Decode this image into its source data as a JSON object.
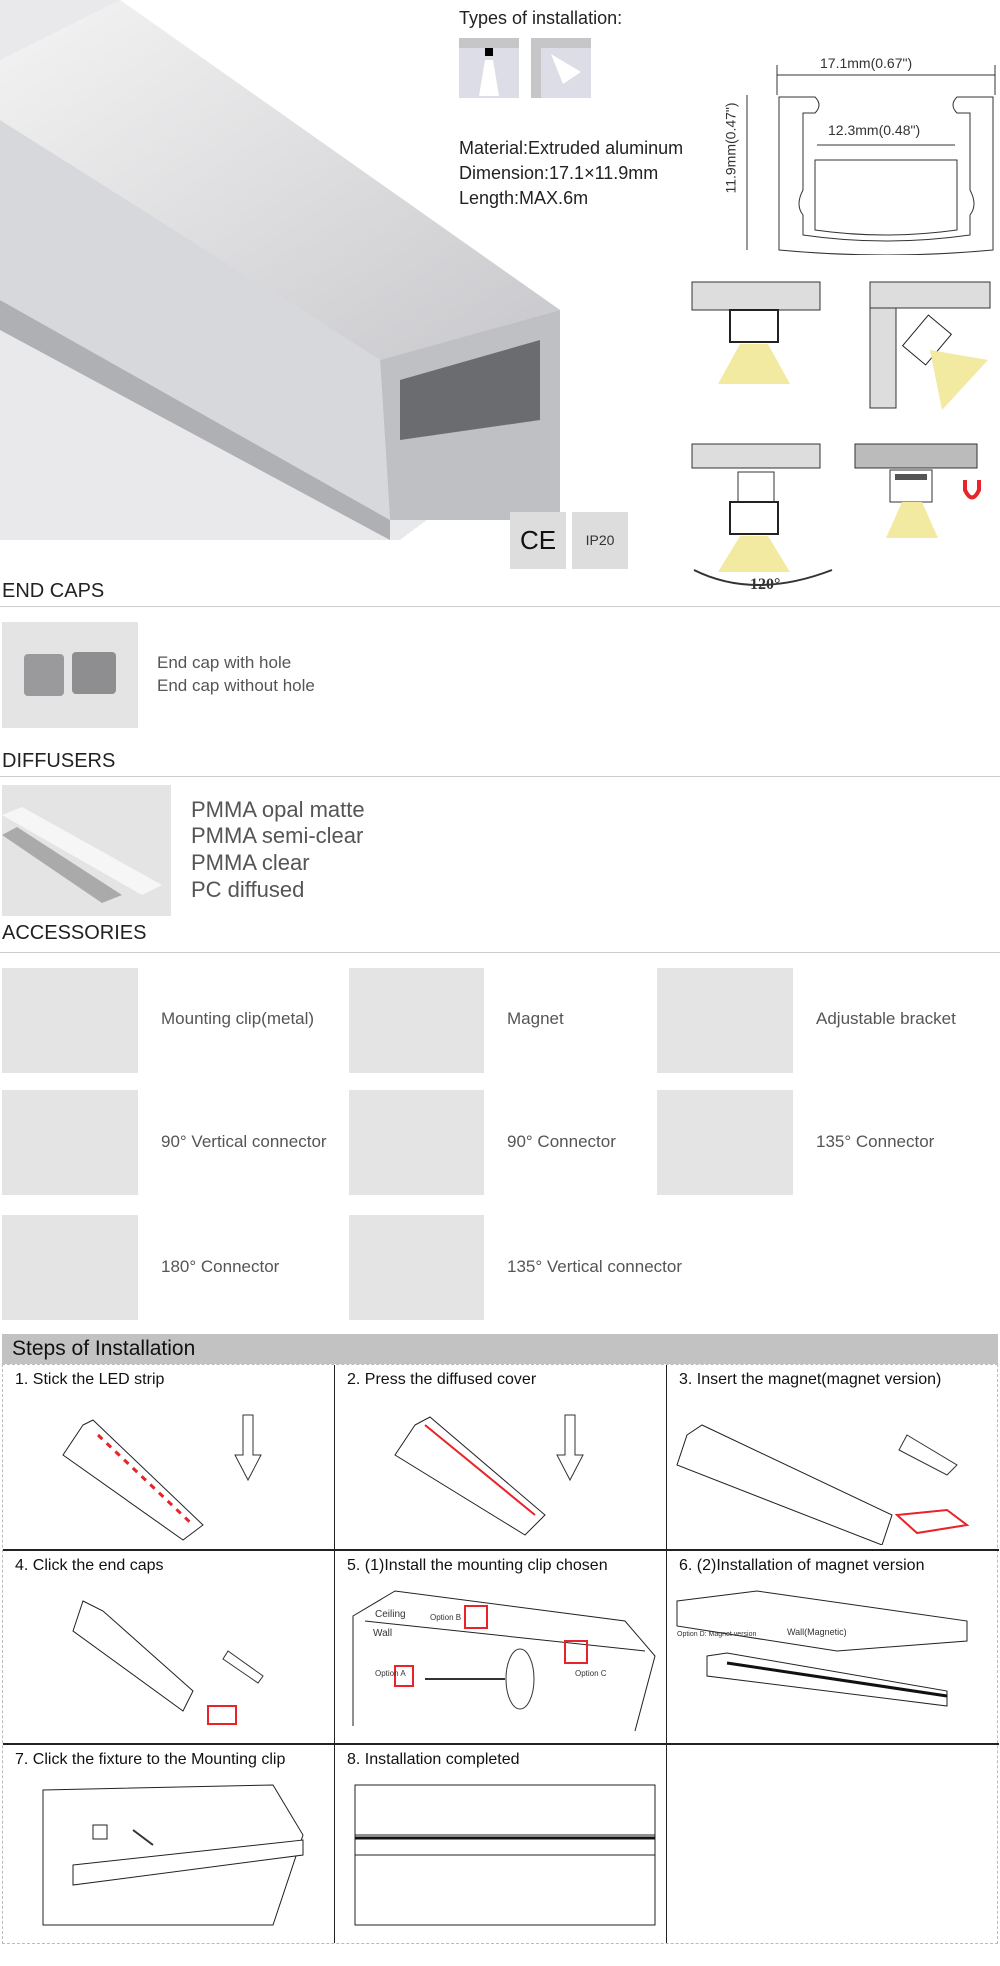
{
  "specs": {
    "install_title": "Types of installation:",
    "material": "Material:Extruded aluminum",
    "dimension": "Dimension:17.1×11.9mm",
    "length": "Length:MAX.6m",
    "width_label": "17.1mm(0.67\")",
    "inner_label": "12.3mm(0.48\")",
    "height_label": "11.9mm(0.47\")",
    "angle_label": "120°",
    "ce": "CE",
    "ip": "IP20"
  },
  "end_caps": {
    "heading": "END CAPS",
    "items": [
      "End cap with hole",
      "End cap without hole"
    ]
  },
  "diffusers": {
    "heading": "DIFFUSERS",
    "items": [
      "PMMA opal matte",
      "PMMA semi-clear",
      "PMMA clear",
      "PC diffused"
    ]
  },
  "accessories": {
    "heading": "ACCESSORIES",
    "items": [
      "Mounting clip(metal)",
      "Magnet",
      "Adjustable bracket",
      "90° Vertical connector",
      "90° Connector",
      "135° Connector",
      "180° Connector",
      "135° Vertical connector"
    ]
  },
  "steps": {
    "heading": "Steps of Installation",
    "items": [
      "1.   Stick the LED strip",
      "2.   Press the diffused cover",
      "3.   Insert the magnet(magnet version)",
      "4.   Click the end caps",
      "5.   (1)Install the mounting clip chosen",
      "6.   (2)Installation of magnet version",
      "7.   Click the fixture to the Mounting clip",
      "8.   Installation completed"
    ],
    "step5_labels": {
      "ceiling": "Ceiling",
      "wall": "Wall",
      "a": "Option A",
      "b": "Option B",
      "c": "Option C"
    },
    "step6_labels": {
      "d": "Option D: Magnet version",
      "wall": "Wall(Magnetic)"
    }
  },
  "colors": {
    "accent_red": "#e8232a",
    "light": "#f2eaa0",
    "header_gray": "#c2c2c2"
  }
}
